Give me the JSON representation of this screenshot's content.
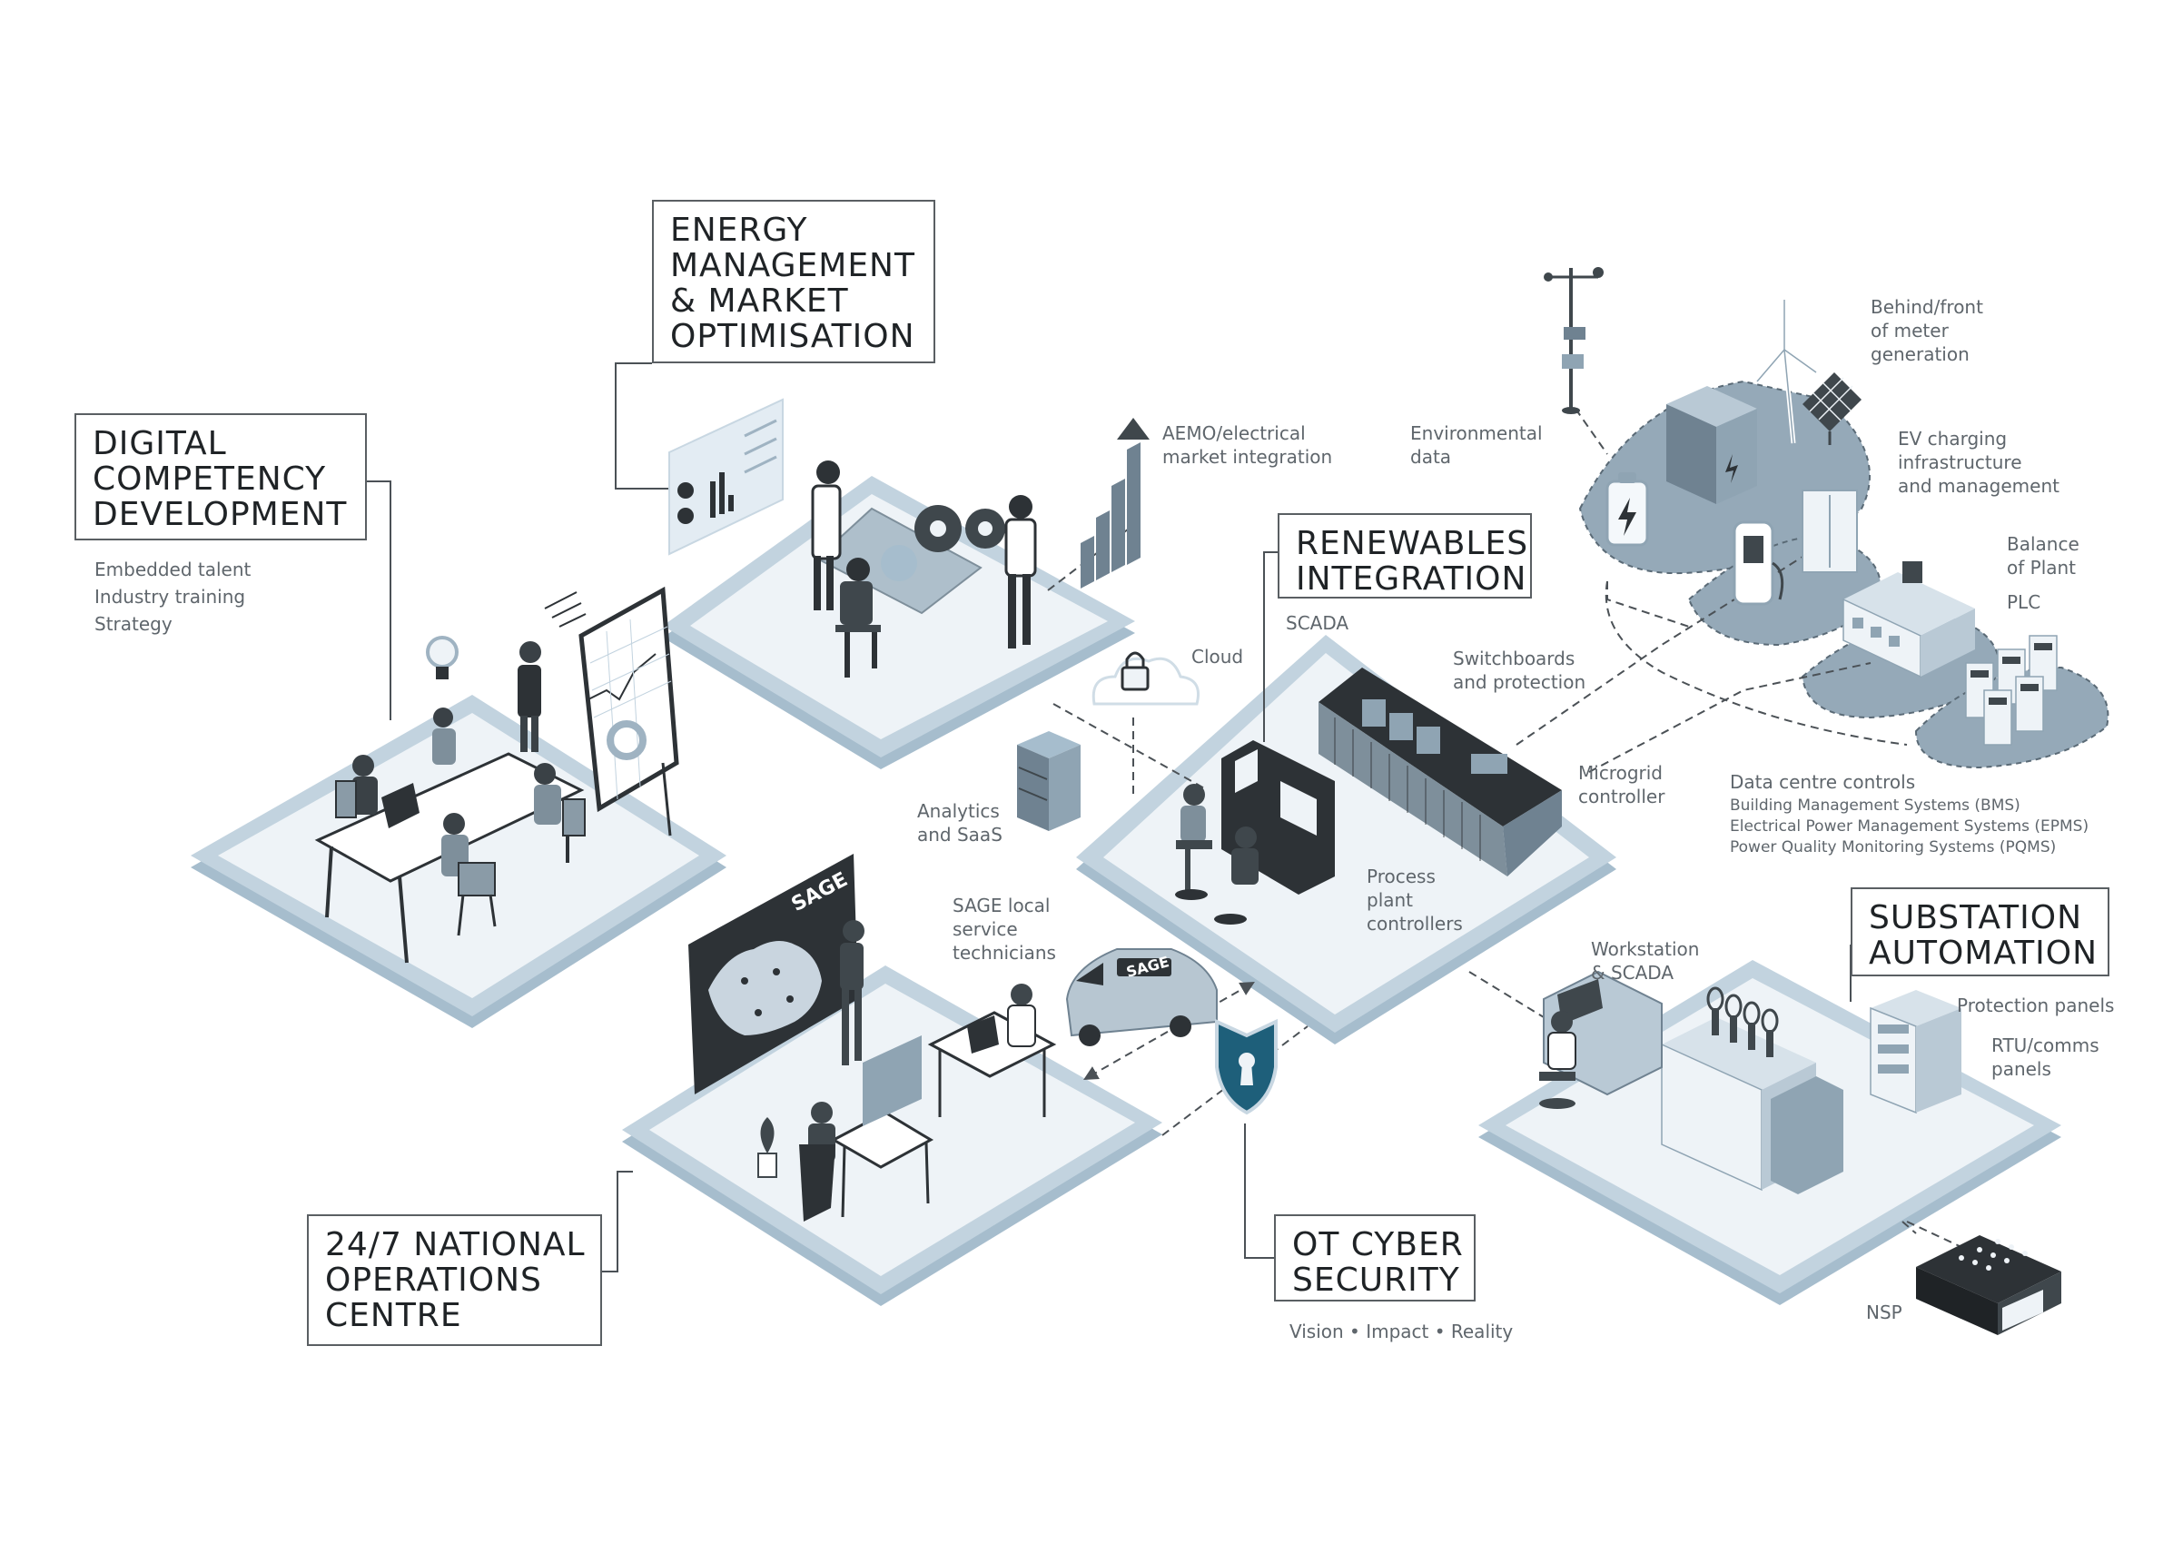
{
  "titles": {
    "energy": [
      "ENERGY",
      "MANAGEMENT",
      "& MARKET",
      "OPTIMISATION"
    ],
    "digital": [
      "DIGITAL",
      "COMPETENCY",
      "DEVELOPMENT"
    ],
    "renewables": [
      "RENEWABLES",
      "INTEGRATION"
    ],
    "substation": [
      "SUBSTATION",
      "AUTOMATION"
    ],
    "nationalops": [
      "24/7 NATIONAL",
      "OPERATIONS",
      "CENTRE"
    ],
    "otcyber": [
      "OT CYBER",
      "SECURITY"
    ]
  },
  "labels": {
    "digital_items": [
      "Embedded talent",
      "Industry training",
      "Strategy"
    ],
    "aemo": [
      "AEMO/electrical",
      "market integration"
    ],
    "env_data": [
      "Environmental",
      "data"
    ],
    "behind_front": [
      "Behind/front",
      "of meter",
      "generation"
    ],
    "ev_charging": [
      "EV charging",
      "infrastructure",
      "and management"
    ],
    "balance_plant": [
      "Balance",
      "of Plant"
    ],
    "plc": "PLC",
    "scada": "SCADA",
    "cloud": "Cloud",
    "switchboards": [
      "Switchboards",
      "and protection"
    ],
    "microgrid": [
      "Microgrid",
      "controller"
    ],
    "analytics": [
      "Analytics",
      "and SaaS"
    ],
    "process_plant": [
      "Process",
      "plant",
      "controllers"
    ],
    "data_centre_title": "Data centre controls",
    "data_centre_items": [
      "Building Management Systems (BMS)",
      "Electrical Power Management Systems (EPMS)",
      "Power Quality Monitoring Systems (PQMS)"
    ],
    "sage_tech": [
      "SAGE local",
      "service",
      "technicians"
    ],
    "workstation": [
      "Workstation",
      "& SCADA"
    ],
    "protection_panels": "Protection panels",
    "rtu_panels": [
      "RTU/comms",
      "panels"
    ],
    "nsp": "NSP",
    "ot_tagline": "Vision • Impact • Reality",
    "sage_logo": "SAGE"
  },
  "colors": {
    "platform_top": "#e8eef3",
    "platform_border": "#c2d3df",
    "platform_side": "#a6bdcd",
    "equipment": "#8fa4b3",
    "dark": "#2d3236",
    "line": "#4b5156",
    "shield": "#1e5f7a"
  },
  "icons": [
    "lightbulb-icon",
    "padlock-cloud-icon",
    "shield-keyhole-icon",
    "wind-turbine-icon",
    "solar-panel-icon",
    "battery-icon",
    "ev-charger-icon",
    "weather-station-icon",
    "gears-icon",
    "bar-chart-icon"
  ]
}
